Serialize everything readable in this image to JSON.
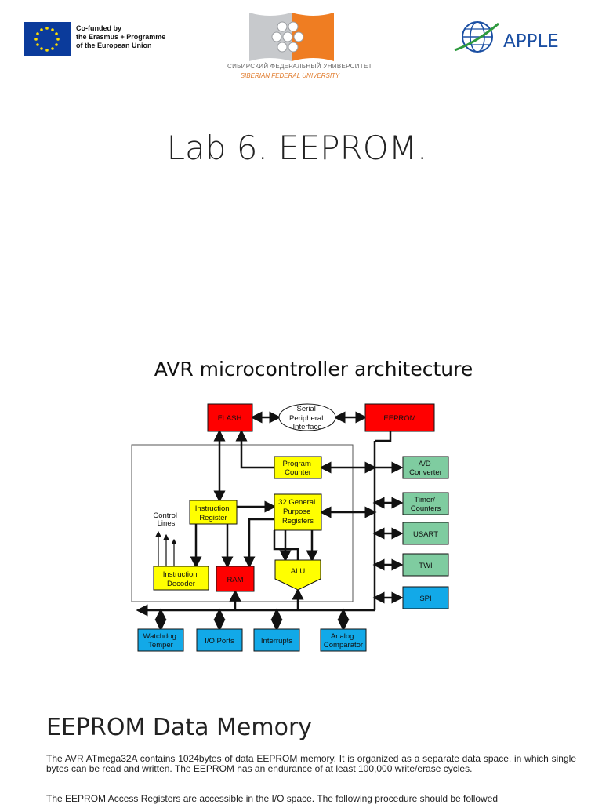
{
  "header": {
    "eu_text": [
      "Co-funded by",
      "the Erasmus + Programme",
      "of the European Union"
    ],
    "sfu_ru": "СИБИРСКИЙ ФЕДЕРАЛЬНЫЙ УНИВЕРСИТЕТ",
    "sfu_en": "SIBERIAN FEDERAL UNIVERSITY",
    "apple_text": "APPLE"
  },
  "title": "Lab 6. EEPROM.",
  "diagram": {
    "title": "AVR microcontroller architecture",
    "blocks": {
      "flash": "FLASH",
      "spi_interface": [
        "Serial",
        "Peripheral",
        "Interface"
      ],
      "eeprom": "EEPROM",
      "program_counter": [
        "Program",
        "Counter"
      ],
      "ad_converter": [
        "A/D",
        "Converter"
      ],
      "instruction_register": [
        "Instruction",
        "Register"
      ],
      "general_registers": [
        "32 General",
        "Purpose",
        "Registers"
      ],
      "timer_counters": [
        "Timer/",
        "Counters"
      ],
      "control_lines": [
        "Control",
        "Lines"
      ],
      "usart": "USART",
      "alu": "ALU",
      "twi": "TWI",
      "instruction_decoder": [
        "Instruction",
        "Decoder"
      ],
      "ram": "RAM",
      "spi": "SPI",
      "watchdog": [
        "Watchdog",
        "Temper"
      ],
      "io_ports": "I/O Ports",
      "interrupts": "Interrupts",
      "analog_comparator": [
        "Analog",
        "Comparator"
      ]
    },
    "colors": {
      "red": "#ff0000",
      "yellow": "#ffff00",
      "green": "#7fcca0",
      "blue": "#12a9e8"
    }
  },
  "section": {
    "title": "EEPROM Data Memory",
    "paragraph1": "The AVR ATmega32A contains 1024bytes of data EEPROM memory. It is organized as a separate data space, in which single bytes can be read and written. The EEPROM has an endurance of at least 100,000 write/erase cycles.",
    "paragraph2": "The EEPROM Access Registers are accessible in the I/O space. The following procedure should be followed"
  }
}
